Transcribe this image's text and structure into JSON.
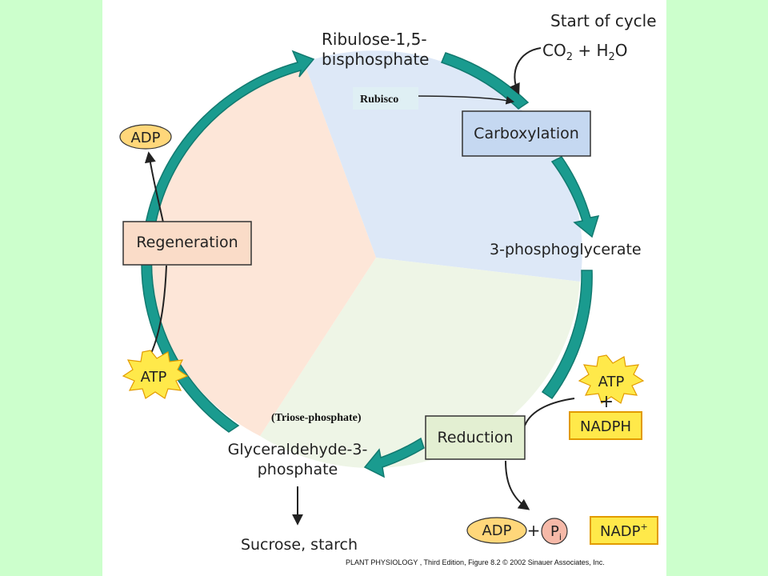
{
  "nodes": {
    "rubp_line1": "Ribulose-1,5-",
    "rubp_line2": "bisphosphate",
    "start_title": "Start of cycle",
    "co2": "CO",
    "co2_sub": "2",
    "plus_h2o": " + H",
    "h2o_sub": "2",
    "h2o_o": "O",
    "rubisco": "Rubisco",
    "carboxylation": "Carboxylation",
    "pga": "3-phosphoglycerate",
    "atp_right": "ATP",
    "plus_right": "+",
    "nadph": "NADPH",
    "reduction": "Reduction",
    "triose": "(Triose-phosphate)",
    "g3p_line1": "Glyceraldehyde-3-",
    "g3p_line2": "phosphate",
    "sucrose": "Sucrose, starch",
    "adp_bottom": "ADP",
    "plus_bottom": "+",
    "pi": "P",
    "pi_sub": "i",
    "nadp": "NADP",
    "nadp_sup": "+",
    "adp_left": "ADP",
    "regeneration": "Regeneration",
    "atp_left": "ATP"
  },
  "caption": "PLANT PHYSIOLOGY , Third Edition, Figure 8.2  © 2002 Sinauer Associates, Inc.",
  "colors": {
    "background": "#ccffcc",
    "cycle_arrow": "#1a9b8f",
    "carboxylation_sector": "#dde8f7",
    "reduction_sector": "#eef5e6",
    "regeneration_sector": "#fde6d8",
    "carboxylation_box": "#c5d8f1",
    "reduction_box": "#e3efd2",
    "regeneration_box": "#fadcc8",
    "atp_burst": "#ffe94a",
    "adp_oval": "#ffd77a",
    "pi_circle": "#f6b9a8",
    "nadph_box": "#ffe94a"
  }
}
